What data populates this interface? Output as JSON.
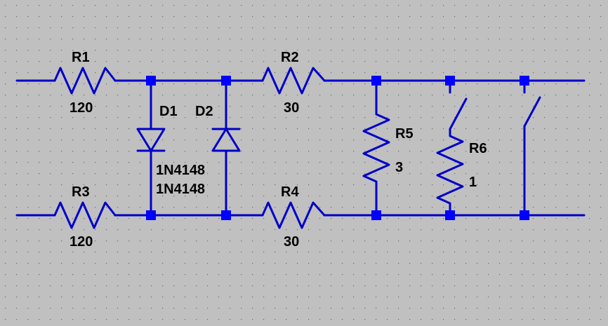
{
  "schematic": {
    "background": "#c0c0c0",
    "wire_color": "#0000c8",
    "node_color": "#0000ff",
    "components": {
      "r1": {
        "name": "R1",
        "value": "120"
      },
      "r2": {
        "name": "R2",
        "value": "30"
      },
      "r3": {
        "name": "R3",
        "value": "120"
      },
      "r4": {
        "name": "R4",
        "value": "30"
      },
      "r5": {
        "name": "R5",
        "value": "3"
      },
      "r6": {
        "name": "R6",
        "value": "1"
      },
      "d1": {
        "name": "D1",
        "value": "1N4148"
      },
      "d2": {
        "name": "D2",
        "value": "1N4148"
      }
    }
  }
}
